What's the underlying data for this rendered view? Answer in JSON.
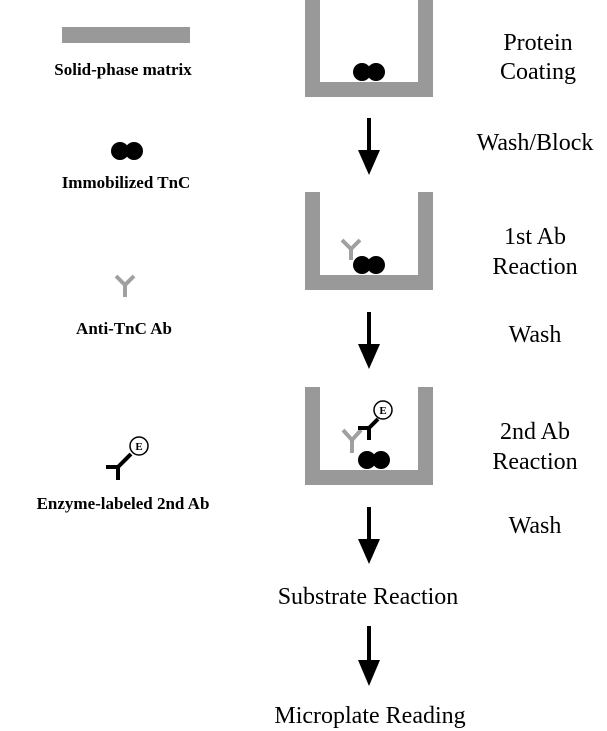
{
  "legend": {
    "solid_phase": "Solid-phase matrix",
    "immobilized_tnc": "Immobilized TnC",
    "anti_tnc_ab": "Anti-TnC Ab",
    "enzyme_2nd_ab": "Enzyme-labeled 2nd Ab",
    "enzyme_letter": "E"
  },
  "steps": {
    "protein_coating_1": "Protein",
    "protein_coating_2": "Coating",
    "wash_block": "Wash/Block",
    "first_ab_1": "1st Ab",
    "first_ab_2": "Reaction",
    "wash_1": "Wash",
    "second_ab_1": "2nd Ab",
    "second_ab_2": "Reaction",
    "wash_2": "Wash",
    "substrate": "Substrate Reaction",
    "microplate": "Microplate Reading"
  },
  "colors": {
    "matrix_gray": "#999999",
    "antibody_gray": "#a0a0a0",
    "black": "#000000"
  }
}
